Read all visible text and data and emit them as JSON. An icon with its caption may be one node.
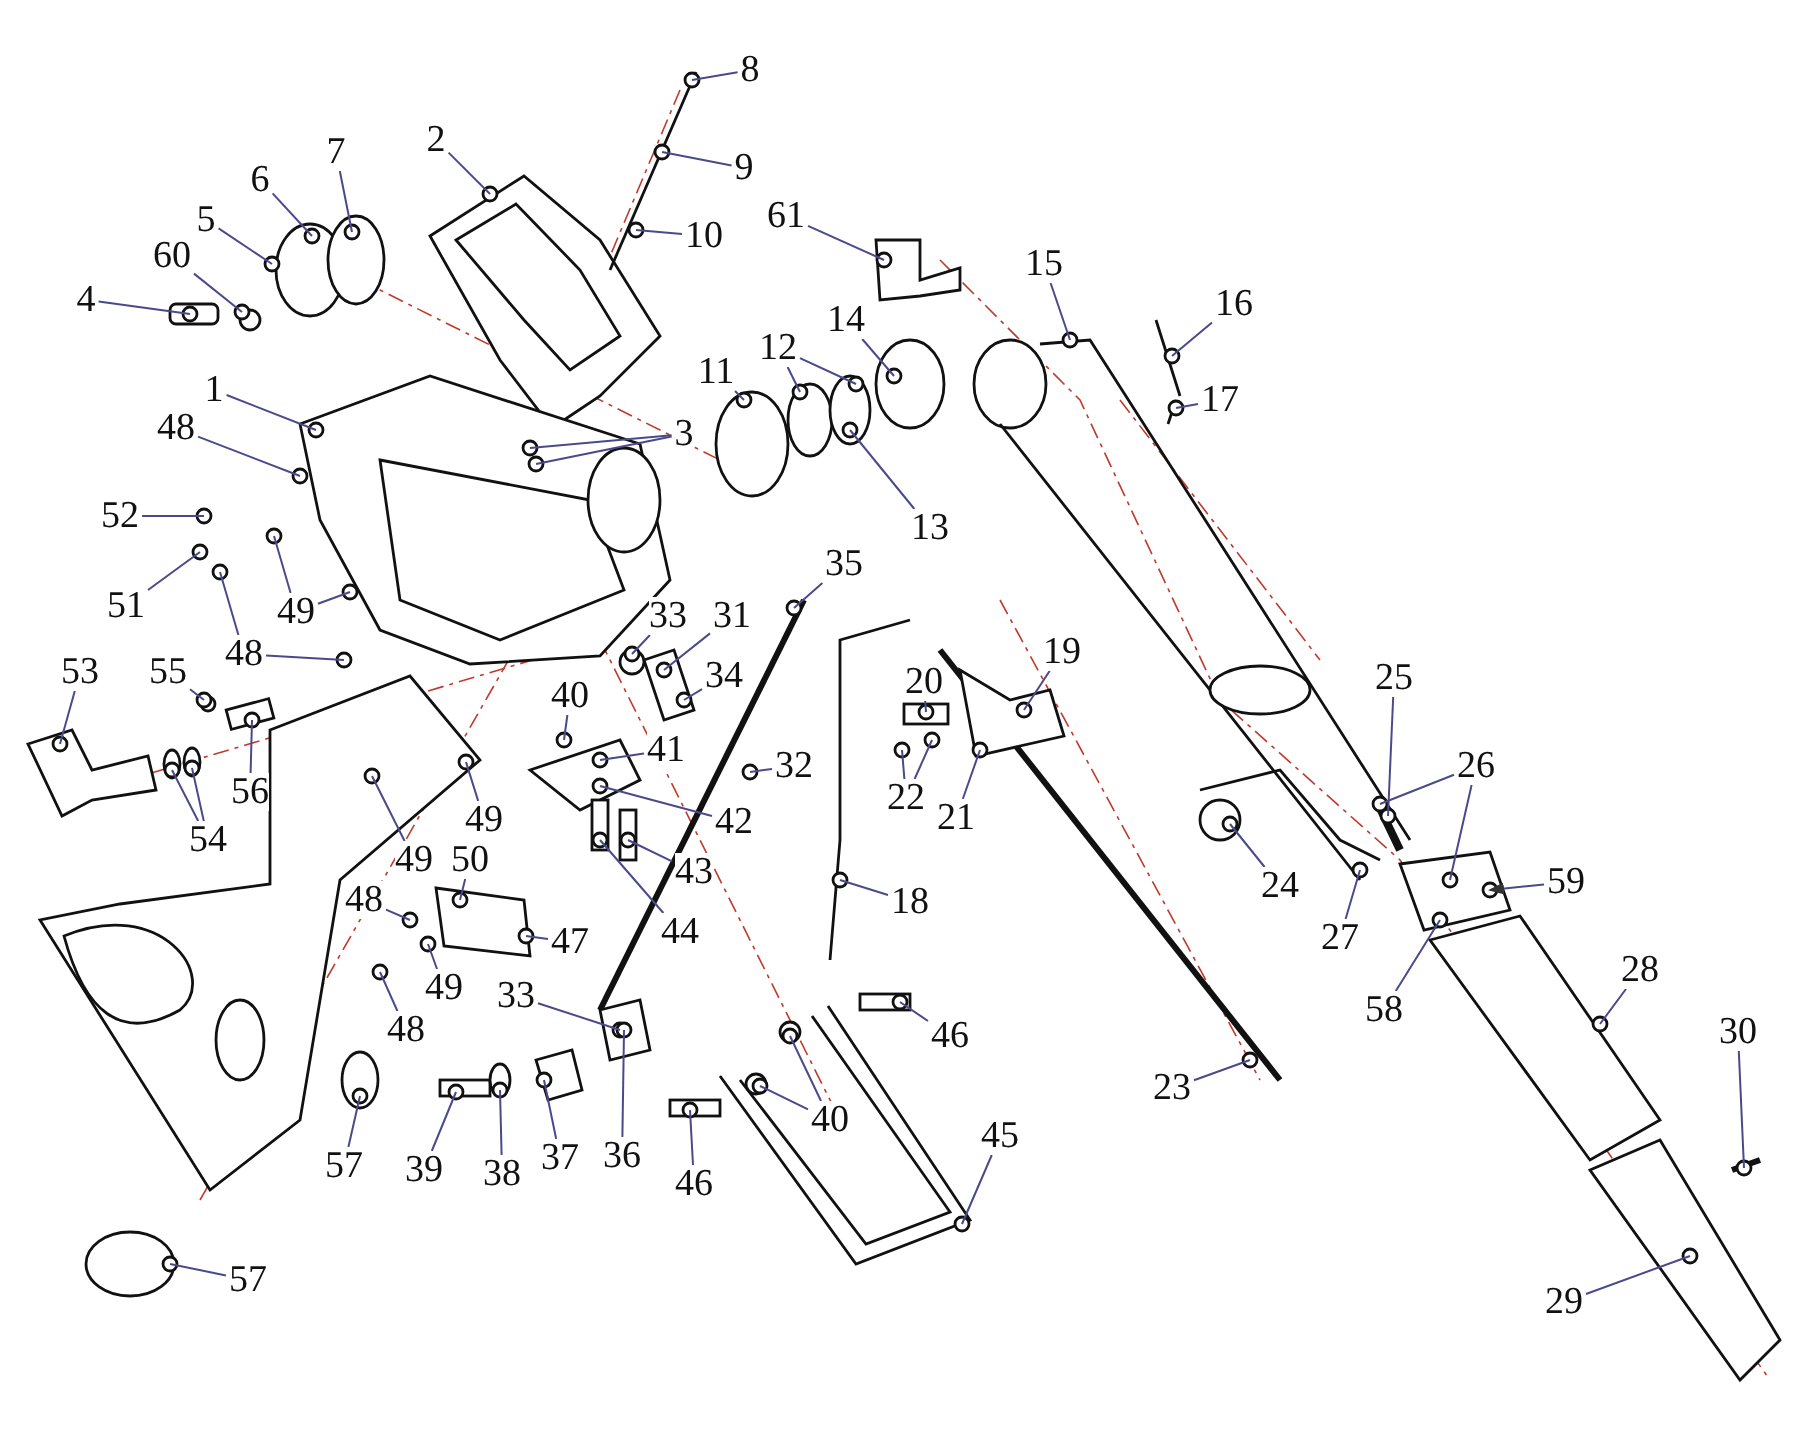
{
  "diagram": {
    "nodes": [
      {
        "text": [
          "8"
        ]
      },
      {
        "text": [
          "2"
        ]
      },
      {
        "text": [
          "7"
        ]
      },
      {
        "text": [
          "9"
        ]
      },
      {
        "text": [
          "6"
        ]
      },
      {
        "text": [
          "5"
        ]
      },
      {
        "text": [
          "60"
        ]
      },
      {
        "text": [
          "61"
        ]
      },
      {
        "text": [
          "10"
        ]
      },
      {
        "text": [
          "15"
        ]
      },
      {
        "text": [
          "4"
        ]
      },
      {
        "text": [
          "16"
        ]
      },
      {
        "text": [
          "14"
        ]
      },
      {
        "text": [
          "12"
        ]
      },
      {
        "text": [
          "11"
        ]
      },
      {
        "text": [
          "17"
        ]
      },
      {
        "text": [
          "1"
        ]
      },
      {
        "text": [
          "48"
        ]
      },
      {
        "text": [
          "3"
        ]
      },
      {
        "text": [
          "13"
        ]
      },
      {
        "text": [
          "52"
        ]
      },
      {
        "text": [
          "51"
        ]
      },
      {
        "text": [
          "49"
        ]
      },
      {
        "text": [
          "48"
        ]
      },
      {
        "text": [
          "35"
        ]
      },
      {
        "text": [
          "33"
        ]
      },
      {
        "text": [
          "31"
        ]
      },
      {
        "text": [
          "34"
        ]
      },
      {
        "text": [
          "19"
        ]
      },
      {
        "text": [
          "53"
        ]
      },
      {
        "text": [
          "55"
        ]
      },
      {
        "text": [
          "20"
        ]
      },
      {
        "text": [
          "40"
        ]
      },
      {
        "text": [
          "56"
        ]
      },
      {
        "text": [
          "41"
        ]
      },
      {
        "text": [
          "22"
        ]
      },
      {
        "text": [
          "21"
        ]
      },
      {
        "text": [
          "32"
        ]
      },
      {
        "text": [
          "42"
        ]
      },
      {
        "text": [
          "54"
        ]
      },
      {
        "text": [
          "49"
        ]
      },
      {
        "text": [
          "43"
        ]
      },
      {
        "text": [
          "44"
        ]
      },
      {
        "text": [
          "49"
        ]
      },
      {
        "text": [
          "50"
        ]
      },
      {
        "text": [
          "18"
        ]
      },
      {
        "text": [
          "48"
        ]
      },
      {
        "text": [
          "47"
        ]
      },
      {
        "text": [
          "49"
        ]
      },
      {
        "text": [
          "33"
        ]
      },
      {
        "text": [
          "48"
        ]
      },
      {
        "text": [
          "25"
        ]
      },
      {
        "text": [
          "26"
        ]
      },
      {
        "text": [
          "24"
        ]
      },
      {
        "text": [
          "27"
        ]
      },
      {
        "text": [
          "59"
        ]
      },
      {
        "text": [
          "58"
        ]
      },
      {
        "text": [
          "28"
        ]
      },
      {
        "text": [
          "46"
        ]
      },
      {
        "text": [
          "23"
        ]
      },
      {
        "text": [
          "30"
        ]
      },
      {
        "text": [
          "57"
        ]
      },
      {
        "text": [
          "39"
        ]
      },
      {
        "text": [
          "38"
        ]
      },
      {
        "text": [
          "37"
        ]
      },
      {
        "text": [
          "36"
        ]
      },
      {
        "text": [
          "46"
        ]
      },
      {
        "text": [
          "40"
        ]
      },
      {
        "text": [
          "45"
        ]
      },
      {
        "text": [
          "29"
        ]
      },
      {
        "text": [
          "57"
        ]
      }
    ],
    "edges": [
      {
        "from": 0,
        "to": null,
        "arrow": "none"
      },
      {
        "from": 1,
        "to": null,
        "arrow": "none"
      },
      {
        "from": 2,
        "to": null,
        "arrow": "none"
      },
      {
        "from": 3,
        "to": null,
        "arrow": "none"
      },
      {
        "from": 4,
        "to": null,
        "arrow": "none"
      },
      {
        "from": 5,
        "to": null,
        "arrow": "none"
      },
      {
        "from": 6,
        "to": null,
        "arrow": "none"
      },
      {
        "from": 7,
        "to": null,
        "arrow": "none"
      },
      {
        "from": 8,
        "to": null,
        "arrow": "none"
      },
      {
        "from": 9,
        "to": null,
        "arrow": "none"
      },
      {
        "from": 10,
        "to": null,
        "arrow": "none"
      },
      {
        "from": 11,
        "to": null,
        "arrow": "none"
      },
      {
        "from": 12,
        "to": null,
        "arrow": "none"
      },
      {
        "from": 13,
        "to": null,
        "arrow": "none"
      },
      {
        "from": 13,
        "to": null,
        "arrow": "none"
      },
      {
        "from": 14,
        "to": null,
        "arrow": "none"
      },
      {
        "from": 15,
        "to": null,
        "arrow": "none"
      },
      {
        "from": 16,
        "to": null,
        "arrow": "none"
      },
      {
        "from": 17,
        "to": null,
        "arrow": "none"
      },
      {
        "from": 18,
        "to": null,
        "arrow": "none"
      },
      {
        "from": 18,
        "to": null,
        "arrow": "none"
      },
      {
        "from": 19,
        "to": null,
        "arrow": "none"
      },
      {
        "from": 20,
        "to": null,
        "arrow": "none"
      },
      {
        "from": 21,
        "to": null,
        "arrow": "none"
      },
      {
        "from": 22,
        "to": null,
        "arrow": "none"
      },
      {
        "from": 22,
        "to": null,
        "arrow": "none"
      },
      {
        "from": 23,
        "to": null,
        "arrow": "none"
      },
      {
        "from": 23,
        "to": null,
        "arrow": "none"
      },
      {
        "from": 24,
        "to": null,
        "arrow": "none"
      },
      {
        "from": 25,
        "to": null,
        "arrow": "none"
      },
      {
        "from": 26,
        "to": null,
        "arrow": "none"
      },
      {
        "from": 27,
        "to": null,
        "arrow": "none"
      },
      {
        "from": 28,
        "to": null,
        "arrow": "none"
      },
      {
        "from": 29,
        "to": null,
        "arrow": "none"
      },
      {
        "from": 30,
        "to": null,
        "arrow": "none"
      },
      {
        "from": 31,
        "to": null,
        "arrow": "none"
      },
      {
        "from": 32,
        "to": null,
        "arrow": "none"
      },
      {
        "from": 33,
        "to": null,
        "arrow": "none"
      },
      {
        "from": 34,
        "to": null,
        "arrow": "none"
      },
      {
        "from": 35,
        "to": null,
        "arrow": "none"
      },
      {
        "from": 35,
        "to": null,
        "arrow": "none"
      },
      {
        "from": 36,
        "to": null,
        "arrow": "none"
      },
      {
        "from": 37,
        "to": null,
        "arrow": "none"
      },
      {
        "from": 38,
        "to": null,
        "arrow": "none"
      },
      {
        "from": 39,
        "to": null,
        "arrow": "none"
      },
      {
        "from": 39,
        "to": null,
        "arrow": "none"
      },
      {
        "from": 40,
        "to": null,
        "arrow": "none"
      },
      {
        "from": 41,
        "to": null,
        "arrow": "none"
      },
      {
        "from": 42,
        "to": null,
        "arrow": "none"
      },
      {
        "from": 43,
        "to": null,
        "arrow": "none"
      },
      {
        "from": 44,
        "to": null,
        "arrow": "none"
      },
      {
        "from": 45,
        "to": null,
        "arrow": "none"
      },
      {
        "from": 46,
        "to": null,
        "arrow": "none"
      },
      {
        "from": 47,
        "to": null,
        "arrow": "none"
      },
      {
        "from": 48,
        "to": null,
        "arrow": "none"
      },
      {
        "from": 49,
        "to": null,
        "arrow": "none"
      },
      {
        "from": 50,
        "to": null,
        "arrow": "none"
      },
      {
        "from": 51,
        "to": null,
        "arrow": "none"
      },
      {
        "from": 52,
        "to": null,
        "arrow": "none"
      },
      {
        "from": 52,
        "to": null,
        "arrow": "none"
      },
      {
        "from": 53,
        "to": null,
        "arrow": "none"
      },
      {
        "from": 54,
        "to": null,
        "arrow": "none"
      },
      {
        "from": 55,
        "to": null,
        "arrow": "to"
      },
      {
        "from": 56,
        "to": null,
        "arrow": "none"
      },
      {
        "from": 57,
        "to": null,
        "arrow": "none"
      },
      {
        "from": 58,
        "to": null,
        "arrow": "none"
      },
      {
        "from": 59,
        "to": null,
        "arrow": "none"
      },
      {
        "from": 60,
        "to": null,
        "arrow": "none"
      },
      {
        "from": 61,
        "to": null,
        "arrow": "none"
      },
      {
        "from": 62,
        "to": null,
        "arrow": "none"
      },
      {
        "from": 63,
        "to": null,
        "arrow": "none"
      },
      {
        "from": 64,
        "to": null,
        "arrow": "none"
      },
      {
        "from": 65,
        "to": null,
        "arrow": "none"
      },
      {
        "from": 66,
        "to": null,
        "arrow": "none"
      },
      {
        "from": 67,
        "to": null,
        "arrow": "none"
      },
      {
        "from": 67,
        "to": null,
        "arrow": "none"
      },
      {
        "from": 68,
        "to": null,
        "arrow": "none"
      },
      {
        "from": 69,
        "to": null,
        "arrow": "none"
      },
      {
        "from": 70,
        "to": null,
        "arrow": "none"
      }
    ]
  }
}
